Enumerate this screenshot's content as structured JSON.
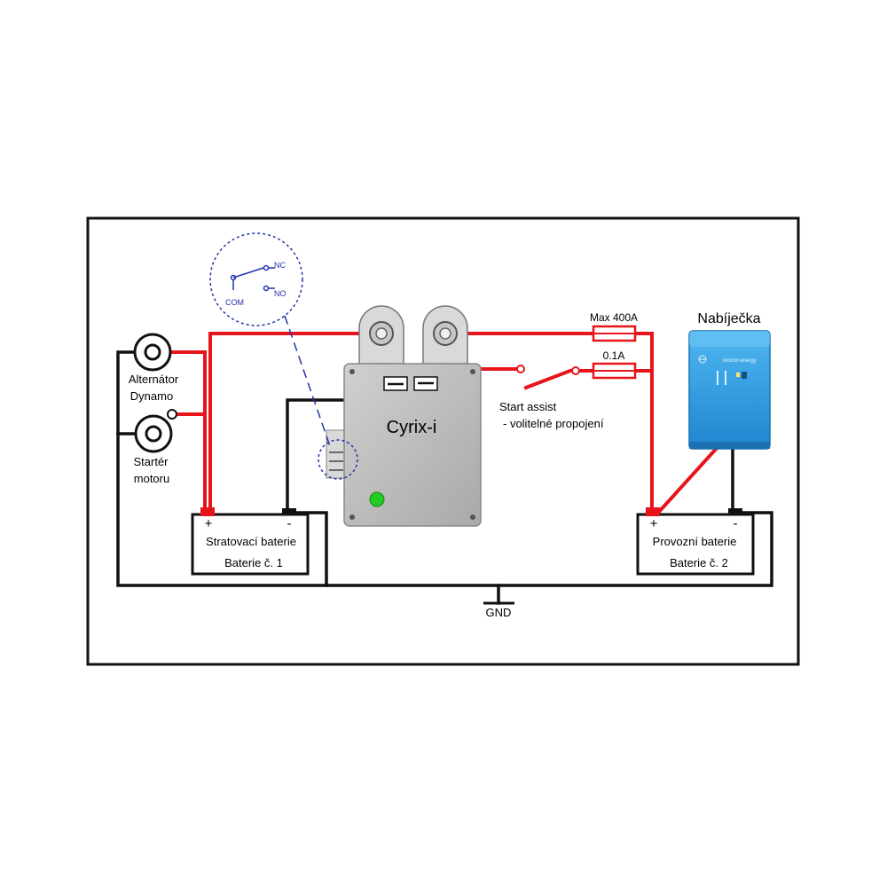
{
  "cyrix": {
    "label": "Cyrix-i"
  },
  "alternator": {
    "line1": "Alternátor",
    "line2": "Dynamo"
  },
  "starter": {
    "line1": "Startér",
    "line2": "motoru"
  },
  "battery1": {
    "plus": "+",
    "minus": "-",
    "line1": "Stratovací baterie",
    "line2": "Baterie č. 1"
  },
  "battery2": {
    "plus": "+",
    "minus": "-",
    "line1": "Provozní baterie",
    "line2": "Baterie č. 2"
  },
  "charger": {
    "label": "Nabíječka",
    "brand": "victron energy"
  },
  "fuse_main": {
    "label": "Max 400A"
  },
  "fuse_small": {
    "label": "0.1A"
  },
  "start_assist": {
    "line1": "Start assist",
    "line2": "- volitelné propojení"
  },
  "relay": {
    "com": "COM",
    "nc": "NC",
    "no": "NO"
  },
  "ground": {
    "label": "GND"
  },
  "colors": {
    "positive_wire": "#e8141b",
    "negative_wire": "#111111",
    "status_led": "#22cc22",
    "charger_body": "#2a9be0",
    "relay_detail": "#2233aa"
  }
}
